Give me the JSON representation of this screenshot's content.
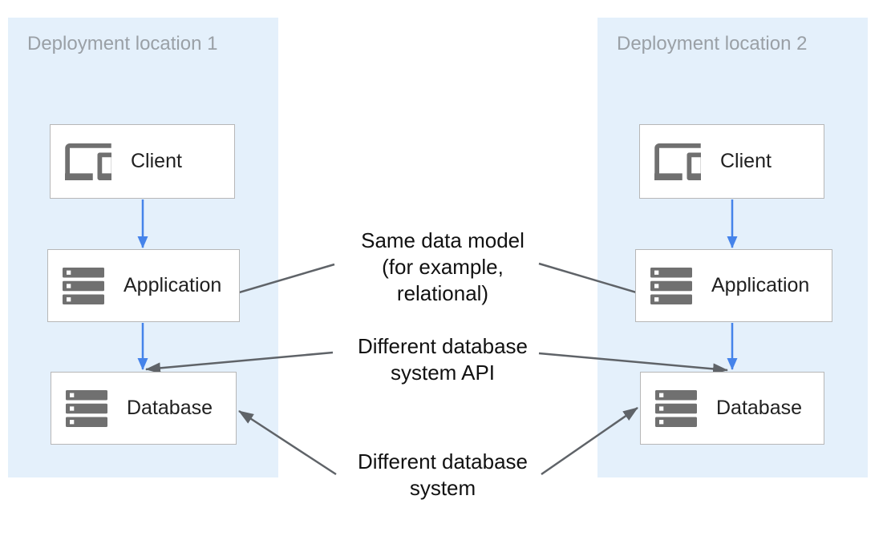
{
  "diagram": {
    "panels": [
      {
        "title": "Deployment location 1",
        "boxes": [
          {
            "label": "Client",
            "icon": "devices-icon"
          },
          {
            "label": "Application",
            "icon": "server-stack-icon"
          },
          {
            "label": "Database",
            "icon": "server-stack-icon"
          }
        ]
      },
      {
        "title": "Deployment location 2",
        "boxes": [
          {
            "label": "Client",
            "icon": "devices-icon"
          },
          {
            "label": "Application",
            "icon": "server-stack-icon"
          },
          {
            "label": "Database",
            "icon": "server-stack-icon"
          }
        ]
      }
    ],
    "annotations": [
      {
        "lines": [
          "Same data model",
          "(for example,",
          "relational)"
        ]
      },
      {
        "lines": [
          "Different database",
          "system API"
        ]
      },
      {
        "lines": [
          "Different database",
          "system"
        ]
      }
    ],
    "colors": {
      "panel_background": "#e4f0fb",
      "panel_title": "#9aa0a6",
      "box_border": "#b7b7b7",
      "box_label": "#212121",
      "icon_gray": "#707070",
      "flow_arrow_blue": "#4583ea",
      "annotation_arrow_gray": "#5f6368",
      "annotation_text": "#111111"
    }
  }
}
